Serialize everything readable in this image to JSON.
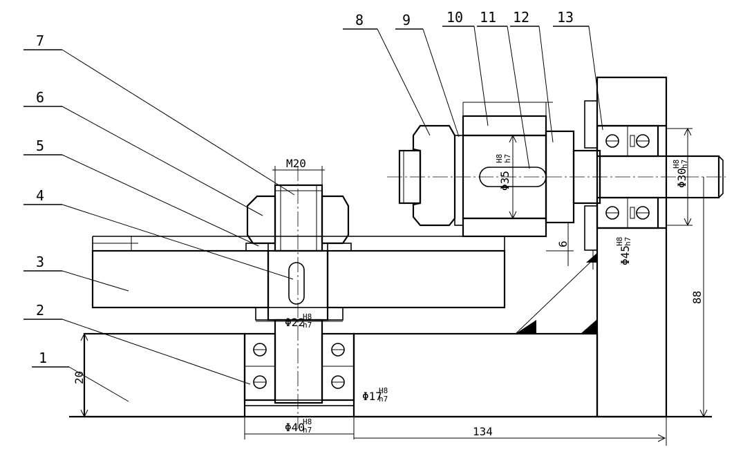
{
  "labels": [
    "1",
    "2",
    "3",
    "4",
    "5",
    "6",
    "7",
    "8",
    "9",
    "10",
    "11",
    "12",
    "13"
  ],
  "dimensions": {
    "thread": "M20",
    "d22": "Φ22",
    "d40": "Φ40",
    "d17": "Φ17",
    "d35": "Φ35",
    "d30": "Φ30",
    "d45": "Φ45",
    "fit_top": "H8",
    "fit_bottom": "h7",
    "len134": "134",
    "len88": "88",
    "len20": "20",
    "len6": "6"
  }
}
